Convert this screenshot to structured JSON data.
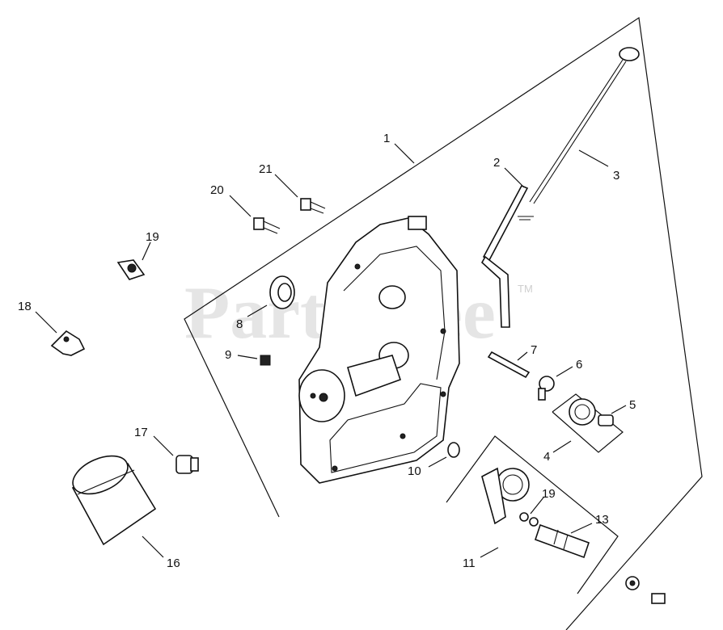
{
  "watermark": {
    "text": "PartsTree",
    "trademark": "TM"
  },
  "callouts": {
    "c1": "1",
    "c2": "2",
    "c3": "3",
    "c4": "4",
    "c5": "5",
    "c6": "6",
    "c7": "7",
    "c8": "8",
    "c9": "9",
    "c10": "10",
    "c11": "11",
    "c13": "13",
    "c16": "16",
    "c17": "17",
    "c18": "18",
    "c19a": "19",
    "c19b": "19",
    "c20": "20",
    "c21": "21"
  }
}
